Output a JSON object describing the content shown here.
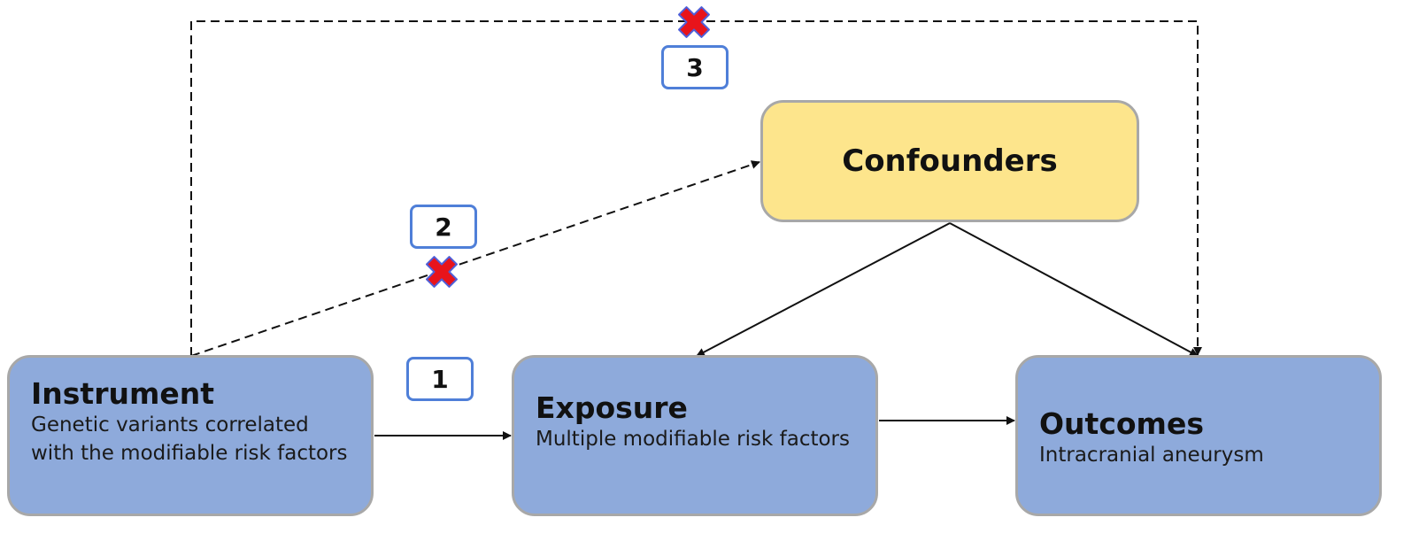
{
  "nodes": {
    "instrument": {
      "title": "Instrument",
      "description": "Genetic variants correlated with the modifiable risk factors"
    },
    "exposure": {
      "title": "Exposure",
      "description": "Multiple modifiable risk factors"
    },
    "outcomes": {
      "title": "Outcomes",
      "description": "Intracranial aneurysm"
    },
    "confounders": {
      "title": "Confounders"
    }
  },
  "labels": {
    "one": "1",
    "two": "2",
    "three": "3"
  },
  "colors": {
    "node_fill": "#8eaadb",
    "confounder_fill": "#fde58c",
    "node_border": "#a8a8a8",
    "label_border": "#4f7fd8",
    "cross_fill": "#e8141b",
    "cross_outline": "#4f5fd8"
  },
  "edges": [
    {
      "from": "instrument",
      "to": "exposure",
      "style": "solid"
    },
    {
      "from": "exposure",
      "to": "outcomes",
      "style": "solid"
    },
    {
      "from": "confounders",
      "to": "exposure",
      "style": "solid"
    },
    {
      "from": "confounders",
      "to": "outcomes",
      "style": "solid"
    },
    {
      "from": "instrument",
      "to": "confounders",
      "style": "dashed",
      "blocked": true
    },
    {
      "from": "instrument",
      "to": "outcomes",
      "style": "dashed",
      "blocked": true
    }
  ]
}
